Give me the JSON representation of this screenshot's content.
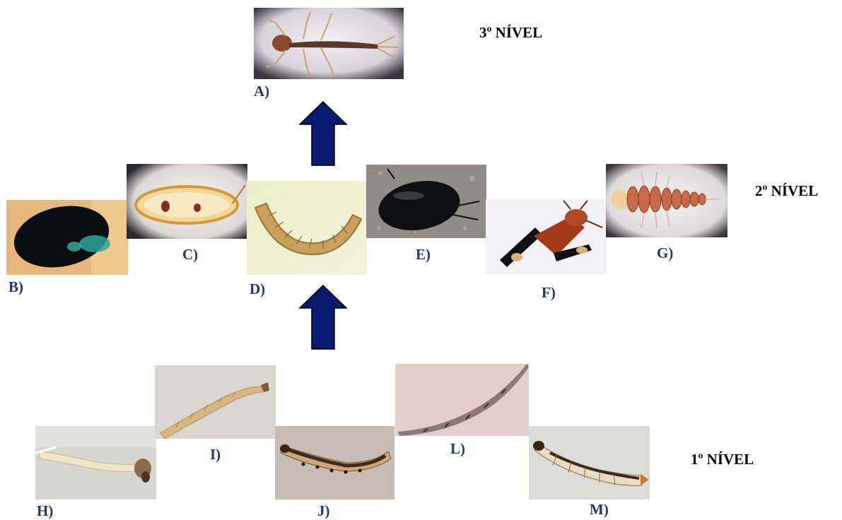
{
  "levels": {
    "third": "3º NÍVEL",
    "second": "2º NÍVEL",
    "first": "1º NÍVEL"
  },
  "labels": {
    "a": "A)",
    "b": "B)",
    "c": "C)",
    "d": "D)",
    "e": "E)",
    "f": "F)",
    "g": "G)",
    "h": "H)",
    "i": "I)",
    "j": "J)",
    "l": "L)",
    "m": "M)"
  },
  "colors": {
    "label": "#1f3a6b",
    "arrow": "#0a1a6e"
  }
}
